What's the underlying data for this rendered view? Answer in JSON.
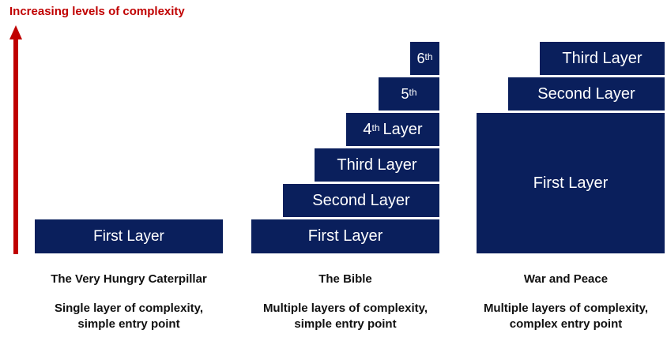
{
  "axis_label": "Increasing levels of complexity",
  "colors": {
    "axis_red": "#c00000",
    "layer_navy": "#0a1f5c"
  },
  "columns": [
    {
      "title": "The Very Hungry Caterpillar",
      "description_line1": "Single layer of complexity,",
      "description_line2": "simple entry point",
      "layers": [
        {
          "label": "First Layer"
        }
      ]
    },
    {
      "title": "The Bible",
      "description_line1": "Multiple layers of complexity,",
      "description_line2": "simple entry point",
      "layers": [
        {
          "label": "First Layer"
        },
        {
          "label": "Second Layer"
        },
        {
          "label": "Third Layer"
        },
        {
          "number": "4",
          "sup": "th",
          "label": "Layer"
        },
        {
          "number": "5",
          "sup": "th"
        },
        {
          "number": "6",
          "sup": "th"
        }
      ]
    },
    {
      "title": "War and Peace",
      "description_line1": "Multiple layers of complexity,",
      "description_line2": "complex entry point",
      "layers": [
        {
          "label": "First Layer"
        },
        {
          "label": "Second Layer"
        },
        {
          "label": "Third Layer"
        }
      ]
    }
  ]
}
